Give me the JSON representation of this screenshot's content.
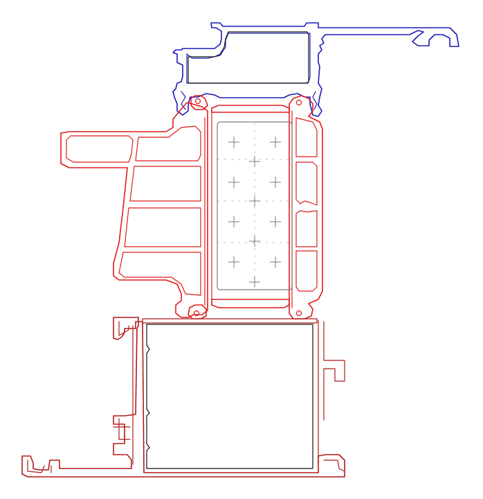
{
  "colors": {
    "background": "#ffffff",
    "frame_profile": "#b01818",
    "sash_profile": "#e01a1a",
    "cover_profile": "#1a1ab8",
    "glass_and_steel": "#111111",
    "infill_marks": "#7a7a7a"
  },
  "parts": [
    {
      "name": "cover-profile",
      "color_key": "cover_profile"
    },
    {
      "name": "reinforcement-top",
      "color_key": "glass_and_steel"
    },
    {
      "name": "sash-profile",
      "color_key": "sash_profile"
    },
    {
      "name": "infill-panel",
      "color_key": "infill_marks"
    },
    {
      "name": "frame-profile",
      "color_key": "frame_profile"
    },
    {
      "name": "reinforcement-bottom",
      "color_key": "glass_and_steel"
    }
  ]
}
